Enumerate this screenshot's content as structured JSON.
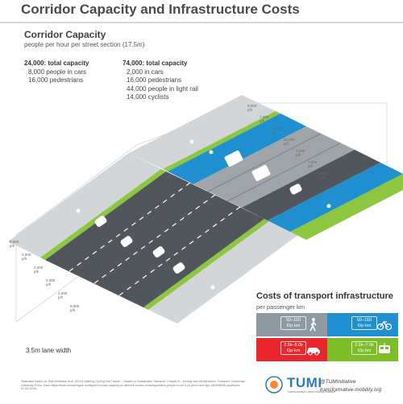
{
  "title": "Corridor Capacity and Infrastructure Costs",
  "capacity": {
    "heading": "Corridor Capacity",
    "caption": "people per hour per street section (17.5m)",
    "left_block": {
      "total": "24,000: total capacity",
      "lines": [
        "8,000 people in cars",
        "16,000 pedestrians"
      ]
    },
    "right_block": {
      "total": "74,000: total capacity",
      "lines": [
        "2,000 in cars",
        "16,000 pedestrians",
        "44,000 people in light rail",
        "14,000 cyclists"
      ]
    },
    "lane_width": "3.5m lane width",
    "left_flows": [
      "8,000 p/h",
      "2,000 p/h",
      "2,000 p/h",
      "2,000 p/h",
      "2,000 p/h",
      "8,000 p/h"
    ],
    "right_flows": [
      "8,000 p/h",
      "7,000 p/h",
      "22,000 p/h",
      "22,000 p/h",
      "1,000 p/h",
      "7,000 p/h",
      "8,000 p/h"
    ]
  },
  "costs": {
    "heading": "Costs of transport infrastructure",
    "caption": "per passenger km",
    "tiles": [
      {
        "label_top": "50–150",
        "label_bottom": "€/p-km",
        "icon": "pedestrian-icon",
        "color": "#8e9aa1"
      },
      {
        "label_top": "50–150",
        "label_bottom": "€/p-km",
        "icon": "bicycle-icon",
        "color": "#1f8fd0"
      },
      {
        "label_top": "2.5k–5.0k",
        "label_bottom": "€/p-km",
        "icon": "car-icon",
        "color": "#e8262b"
      },
      {
        "label_top": "2.5k–7.0k",
        "label_bottom": "€/p-km",
        "icon": "tram-icon",
        "color": "#7dbd28"
      }
    ]
  },
  "footer": {
    "note": "Illustration based on: Bolt-Whitelock et al. (2012) Walking Cycling and Transit — Based on Sustainable Transport. Chapter 8 – Energy and Infrastructure. Transport, Cambridge University Press. Data: https://www.researchgate.net/figure/Corridor-capacity-of-different-modes-of-transportation-people-h-corr-in-ft-per-m-and-fig1-282696898 (accessed: 02.09.2019)",
    "logo_text": "TUMI",
    "logo_sub": "Transformative Urban Mobility Initiative",
    "handle": "@TUMInitiative",
    "site": "transformative-mobility.org"
  },
  "colors": {
    "road": "#555a5f",
    "sidewalk": "#c9cccf",
    "bikelane": "#1f8fd0",
    "grass": "#8dc63f",
    "railbed": "#9aa0a6",
    "accent": "#2a7db3"
  }
}
